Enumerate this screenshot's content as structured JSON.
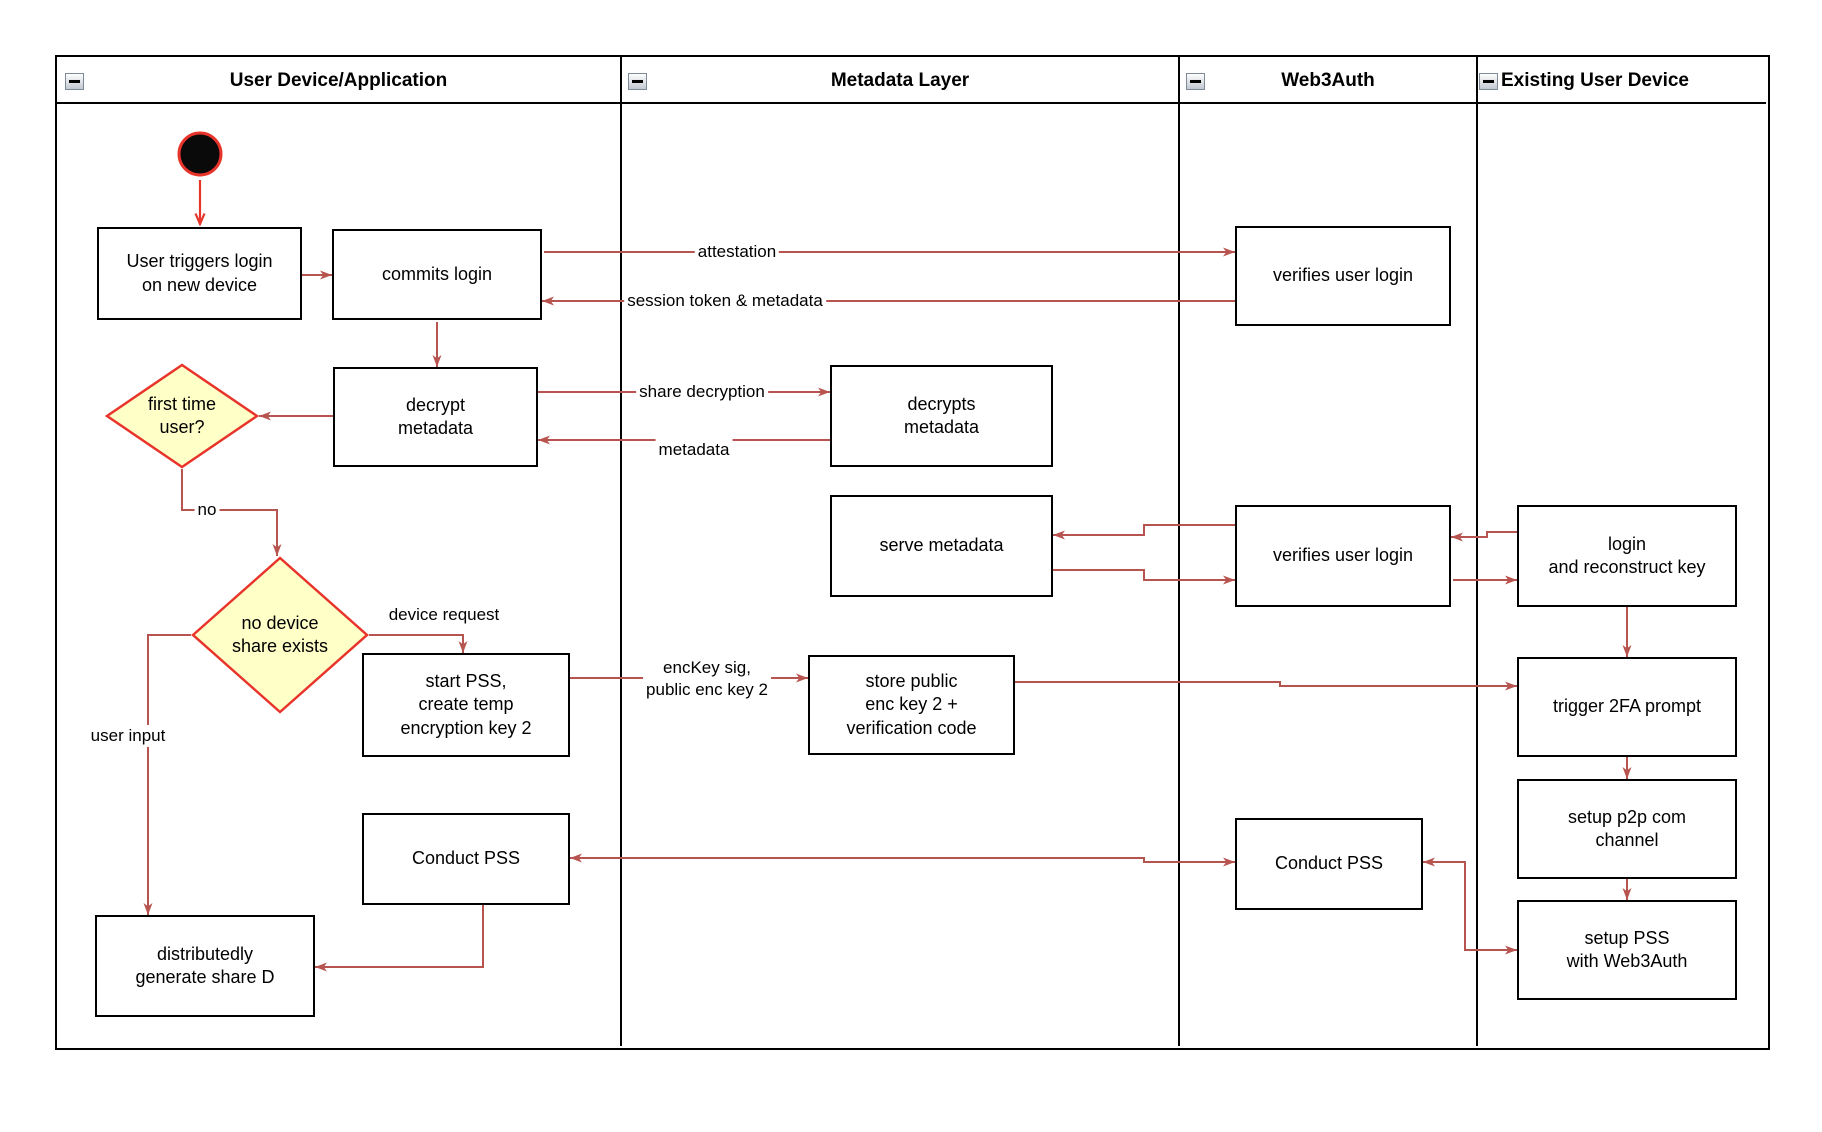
{
  "lanes": {
    "user_device": {
      "title": "User Device/Application"
    },
    "metadata_layer": {
      "title": "Metadata Layer"
    },
    "web3auth": {
      "title": "Web3Auth"
    },
    "existing_user_device": {
      "title": "Existing User Device"
    }
  },
  "nodes": {
    "user_triggers_login": {
      "label": "User triggers login\non new device"
    },
    "commits_login": {
      "label": "commits login"
    },
    "verifies_user_login_top": {
      "label": "verifies user login"
    },
    "decrypt_metadata": {
      "label": "decrypt\nmetadata"
    },
    "first_time_user": {
      "label": "first time\nuser?"
    },
    "decrypts_metadata": {
      "label": "decrypts\nmetadata"
    },
    "serve_metadata": {
      "label": "serve metadata"
    },
    "verifies_user_login_mid": {
      "label": "verifies user login"
    },
    "login_reconstruct_key": {
      "label": "login\nand reconstruct key"
    },
    "no_device_share": {
      "label": "no device\nshare exists"
    },
    "start_pss": {
      "label": "start PSS,\ncreate temp\nencryption key 2"
    },
    "store_public_enc_key": {
      "label": "store public\nenc key 2 +\nverification code"
    },
    "trigger_2fa": {
      "label": "trigger 2FA prompt"
    },
    "setup_p2p": {
      "label": "setup p2p com\nchannel"
    },
    "setup_pss": {
      "label": "setup PSS\nwith Web3Auth"
    },
    "conduct_pss_device": {
      "label": "Conduct PSS"
    },
    "conduct_pss_web3auth": {
      "label": "Conduct PSS"
    },
    "generate_share_d": {
      "label": "distributedly\ngenerate share D"
    }
  },
  "edge_labels": {
    "attestation": "attestation",
    "session_token": "session token & metadata",
    "share_decryption": "share decryption",
    "metadata": "metadata",
    "no": "no",
    "device_request": "device request",
    "user_input": "user input",
    "enckey_sig": "encKey sig,\npublic enc key 2"
  },
  "icons": {
    "lane_collapse": "minus-box"
  },
  "colors": {
    "edge": "#B85450",
    "highlight_red": "#E8342A",
    "decision_fill": "#FFFFC8",
    "node_border": "#000000",
    "node_fill": "#FFFFFF",
    "start_node": "#0A0A0A"
  }
}
